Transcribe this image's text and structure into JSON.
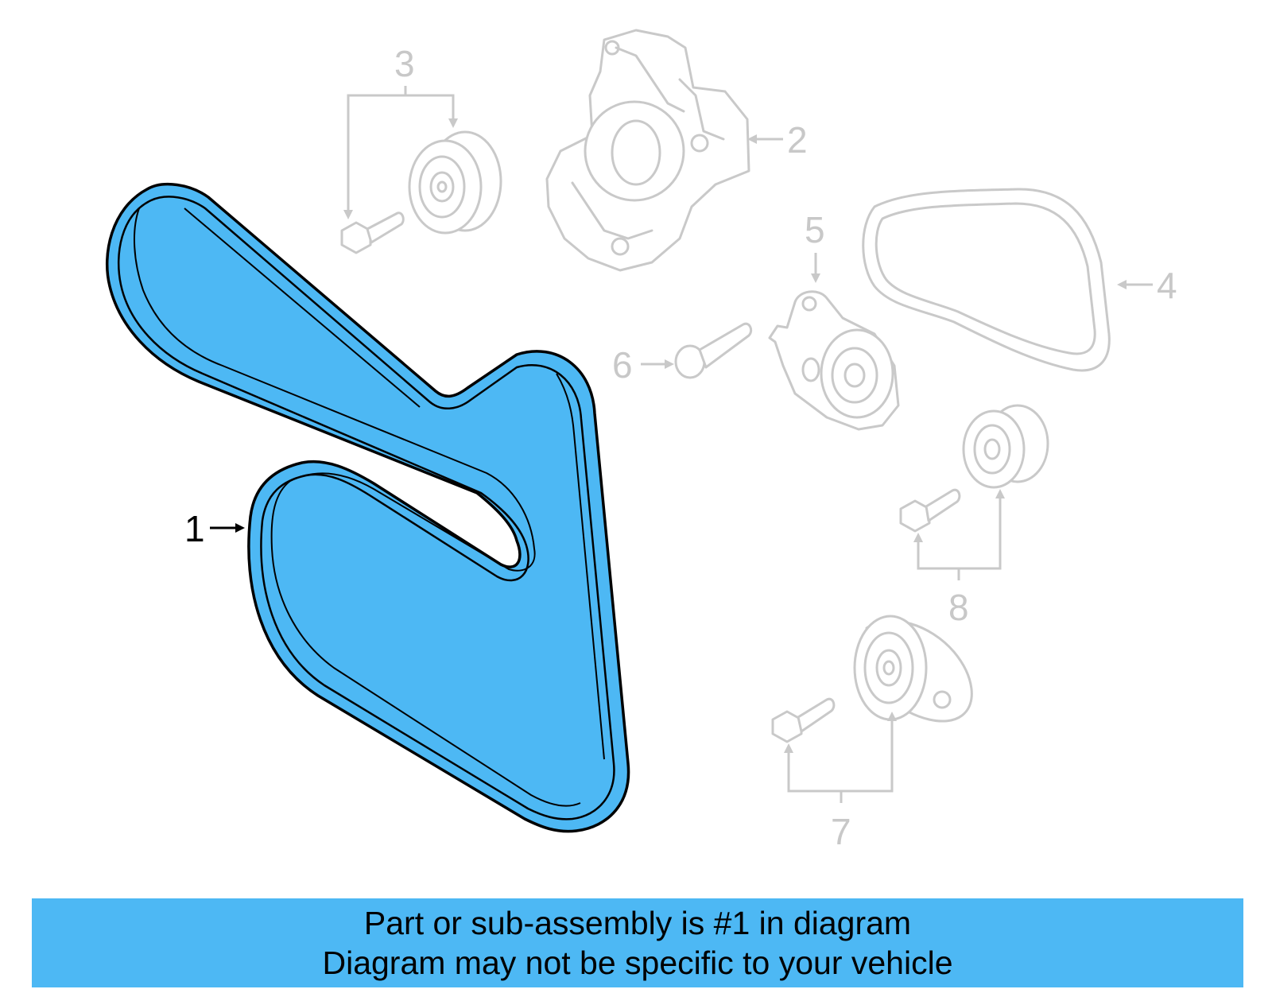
{
  "diagram": {
    "callouts": [
      {
        "id": "1",
        "label": "1",
        "highlighted": true
      },
      {
        "id": "2",
        "label": "2",
        "highlighted": false
      },
      {
        "id": "3",
        "label": "3",
        "highlighted": false
      },
      {
        "id": "4",
        "label": "4",
        "highlighted": false
      },
      {
        "id": "5",
        "label": "5",
        "highlighted": false
      },
      {
        "id": "6",
        "label": "6",
        "highlighted": false
      },
      {
        "id": "7",
        "label": "7",
        "highlighted": false
      },
      {
        "id": "8",
        "label": "8",
        "highlighted": false
      }
    ],
    "highlight_color": "#4DB8F4",
    "ghost_color": "#C9C9C9"
  },
  "banner": {
    "line1": "Part or sub-assembly is #1 in diagram",
    "line2": "Diagram may not be specific to your vehicle",
    "color": "#4DB8F4"
  }
}
